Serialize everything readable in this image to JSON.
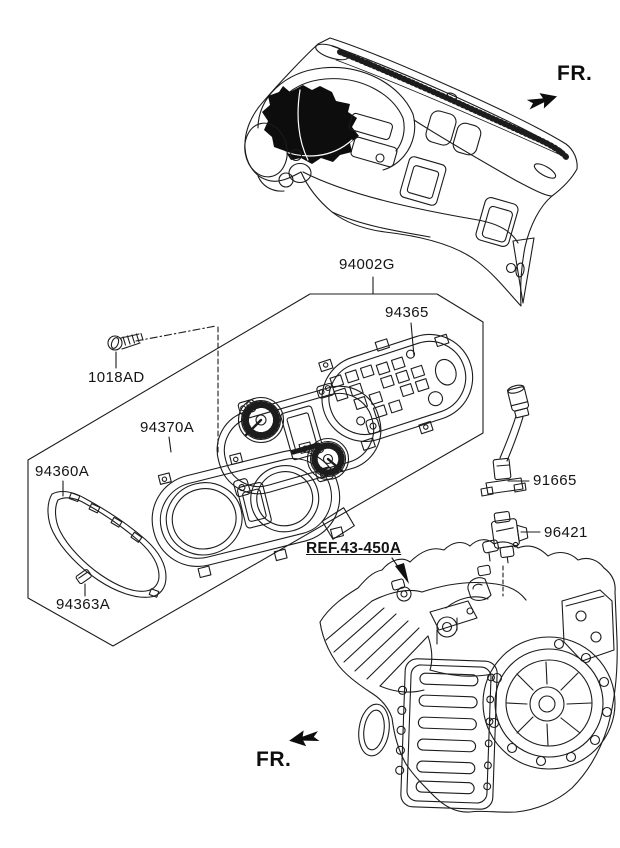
{
  "parts": {
    "cluster_assembly": "94002G",
    "case_rear": "94365",
    "screw": "1018AD",
    "housing_front": "94370A",
    "lens": "94360A",
    "clip": "94363A",
    "wiring": "91665",
    "switch": "96421",
    "reference": "REF.43-450A"
  },
  "orientation": {
    "front_top": "FR.",
    "front_bottom": "FR."
  },
  "colors": {
    "background": "#ffffff",
    "line": "#1c1c1c",
    "fill_black": "#0d0d0d"
  }
}
